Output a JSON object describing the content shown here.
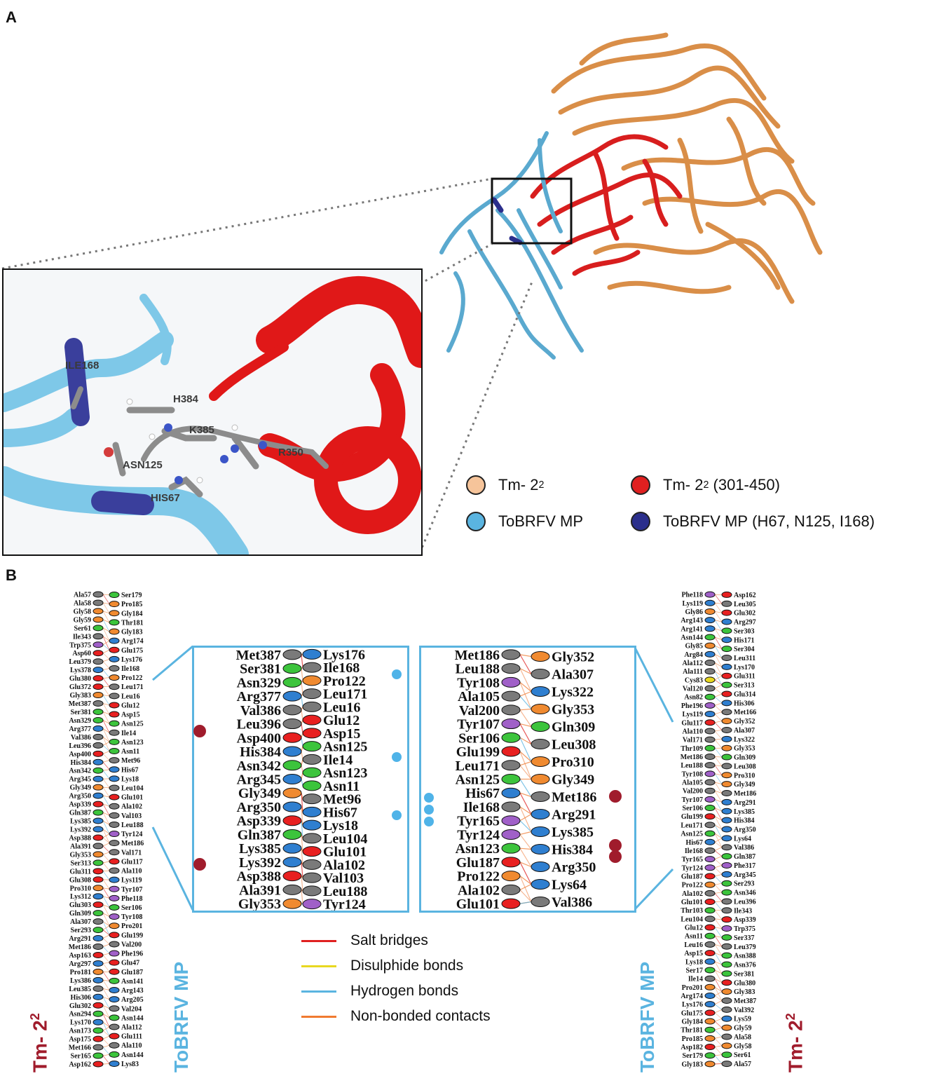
{
  "panel_a": {
    "letter": "A"
  },
  "panel_b": {
    "letter": "B"
  },
  "inset_labels": {
    "ile168": "ILE168",
    "h384": "H384",
    "k385": "K385",
    "r350": "R350",
    "asn125": "ASN125",
    "his67": "HIS67"
  },
  "legend_a": [
    {
      "label": "Tm- 2",
      "sup": "2",
      "suffix": "",
      "color": "#f6c49a"
    },
    {
      "label": "Tm- 2",
      "sup": "2",
      "suffix": " (301-450)",
      "color": "#e02020"
    },
    {
      "label": "ToBRFV MP",
      "sup": "",
      "suffix": "",
      "color": "#5ab4e0"
    },
    {
      "label": "ToBRFV MP",
      "sup": "",
      "suffix": " (H67, N125, I168)",
      "color": "#2b2f8c"
    }
  ],
  "side_titles": {
    "left_tm": "Tm- 2",
    "left_tm_sup": "2",
    "left_mp": "ToBRFV MP",
    "right_mp": "ToBRFV MP",
    "right_tm": "Tm- 2",
    "right_tm_sup": "2"
  },
  "bond_legend": [
    {
      "label": "Salt bridges",
      "color": "#e02020"
    },
    {
      "label": "Disulphide bonds",
      "color": "#e8d820"
    },
    {
      "label": "Hydrogen bonds",
      "color": "#5ab4e0"
    },
    {
      "label": "Non-bonded contacts",
      "color": "#f07a30"
    }
  ],
  "zoom_left": {
    "left_col": [
      "Met387",
      "Ser381",
      "Asn329",
      "Arg377",
      "Val386",
      "Leu396",
      "Asp400",
      "His384",
      "Asn342",
      "Arg345",
      "Gly349",
      "Arg350",
      "Asp339",
      "Gln387",
      "Lys385",
      "Lys392",
      "Asp388",
      "Ala391",
      "Gly353"
    ],
    "right_col": [
      "Lys176",
      "Ile168",
      "Pro122",
      "Leu171",
      "Leu16",
      "Glu12",
      "Asp15",
      "Asn125",
      "Ile14",
      "Asn123",
      "Asn11",
      "Met96",
      "His67",
      "Lys18",
      "Leu104",
      "Glu101",
      "Ala102",
      "Val103",
      "Leu188",
      "Tyr124"
    ]
  },
  "zoom_right": {
    "left_col": [
      "Met186",
      "Leu188",
      "Tyr108",
      "Ala105",
      "Val200",
      "Tyr107",
      "Ser106",
      "Glu199",
      "Leu171",
      "Asn125",
      "His67",
      "Ile168",
      "Tyr165",
      "Tyr124",
      "Asn123",
      "Glu187",
      "Pro122",
      "Ala102",
      "Glu101"
    ],
    "right_col": [
      "Gly352",
      "Ala307",
      "Lys322",
      "Gly353",
      "Gln309",
      "Leu308",
      "Pro310",
      "Gly349",
      "Met186",
      "Arg291",
      "Lys385",
      "His384",
      "Arg350",
      "Lys64",
      "Val386"
    ]
  },
  "strip_left": {
    "a": [
      "Ala57",
      "Ala58",
      "Gly58",
      "Gly59",
      "Ser61",
      "Ile343",
      "Trp375",
      "Asp60",
      "Leu379",
      "Lys378",
      "Glu380",
      "Glu372",
      "Gly383",
      "Met387",
      "Ser381",
      "Asn329",
      "Arg377",
      "Val386",
      "Leu396",
      "Asp400",
      "His384",
      "Asn342",
      "Arg345",
      "Gly349",
      "Arg350",
      "Asp339",
      "Gln387",
      "Lys385",
      "Lys392",
      "Asp388",
      "Ala391",
      "Gly353",
      "Ser313",
      "Glu311",
      "Glu308",
      "Pro310",
      "Lys312",
      "Glu303",
      "Gln309",
      "Ala307",
      "Ser293",
      "Arg291",
      "Met186",
      "Asp163",
      "Arg297",
      "Pro181",
      "Lys386",
      "Leu385",
      "His306",
      "Glu302",
      "Asn294",
      "Lys170",
      "Asn173",
      "Asp175",
      "Met166",
      "Ser165",
      "Asp162"
    ],
    "b": [
      "Ser179",
      "Pro185",
      "Gly184",
      "Thr181",
      "Gly183",
      "Arg174",
      "Glu175",
      "Lys176",
      "Ile168",
      "Pro122",
      "Leu171",
      "Leu16",
      "Glu12",
      "Asp15",
      "Asn125",
      "Ile14",
      "Asn123",
      "Asn11",
      "Met96",
      "His67",
      "Lys18",
      "Leu104",
      "Glu101",
      "Ala102",
      "Val103",
      "Leu188",
      "Tyr124",
      "Met186",
      "Val171",
      "Glu117",
      "Ala110",
      "Lys119",
      "Tyr107",
      "Phe118",
      "Ser106",
      "Tyr108",
      "Pro201",
      "Glu199",
      "Val200",
      "Phe196",
      "Glu47",
      "Glu187",
      "Asn141",
      "Arg143",
      "Arg205",
      "Val204",
      "Asn144",
      "Ala112",
      "Glu111",
      "Ala110",
      "Asn144",
      "Lys83"
    ]
  },
  "strip_right": {
    "a": [
      "Phe118",
      "Lys119",
      "Gly86",
      "Arg143",
      "Arg141",
      "Asn144",
      "Gly85",
      "Arg84",
      "Ala112",
      "Ala111",
      "Cys83",
      "Val120",
      "Asn82",
      "Phe196",
      "Lys119",
      "Glu117",
      "Ala110",
      "Val171",
      "Thr109",
      "Met186",
      "Leu188",
      "Tyr108",
      "Ala105",
      "Val200",
      "Tyr107",
      "Ser106",
      "Glu199",
      "Leu171",
      "Asn125",
      "His67",
      "Ile168",
      "Tyr165",
      "Tyr124",
      "Glu187",
      "Pro122",
      "Ala102",
      "Glu101",
      "Thr103",
      "Leu104",
      "Glu12",
      "Asn11",
      "Leu16",
      "Asp15",
      "Lys18",
      "Ser17",
      "Ile14",
      "Pro201",
      "Arg174",
      "Lys176",
      "Glu175",
      "Gly184",
      "Thr181",
      "Pro185",
      "Asp182",
      "Ser179",
      "Gly183"
    ],
    "b": [
      "Asp162",
      "Leu305",
      "Glu302",
      "Arg297",
      "Ser303",
      "His171",
      "Ser304",
      "Leu311",
      "Lys170",
      "Glu311",
      "Ser313",
      "Glu314",
      "His306",
      "Met166",
      "Gly352",
      "Ala307",
      "Lys322",
      "Gly353",
      "Gln309",
      "Leu308",
      "Pro310",
      "Gly349",
      "Met186",
      "Arg291",
      "Lys385",
      "His384",
      "Arg350",
      "Lys64",
      "Val386",
      "Gln387",
      "Phe317",
      "Arg345",
      "Ser293",
      "Asn346",
      "Leu396",
      "Ile343",
      "Asp339",
      "Trp375",
      "Ser337",
      "Leu379",
      "Asn388",
      "Asn376",
      "Ser381",
      "Glu380",
      "Gly383",
      "Met387",
      "Val392",
      "Lys59",
      "Gly59",
      "Ala58",
      "Gly58",
      "Ser61",
      "Ala57"
    ]
  }
}
